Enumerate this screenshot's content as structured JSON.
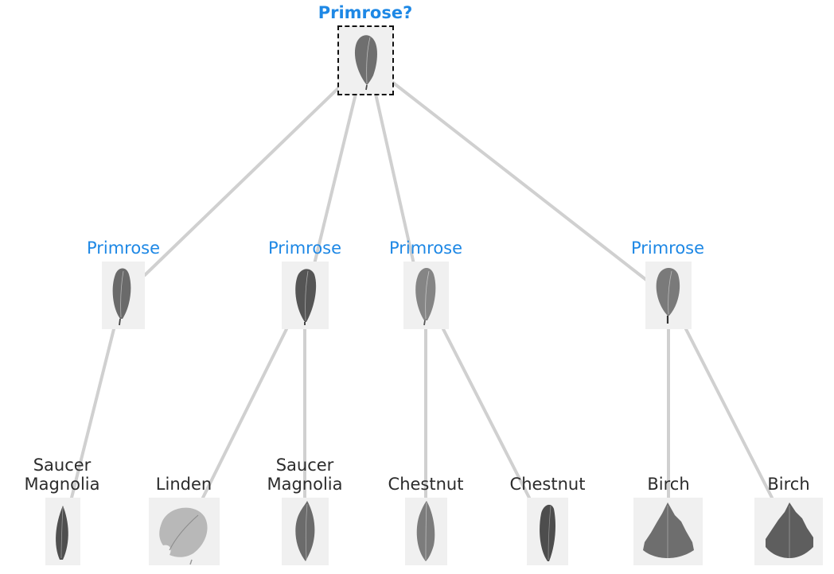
{
  "root": {
    "label": "Primrose?",
    "icon": "primrose-leaf-icon"
  },
  "level1": [
    {
      "label": "Primrose",
      "icon": "primrose-leaf-icon"
    },
    {
      "label": "Primrose",
      "icon": "primrose-leaf-icon"
    },
    {
      "label": "Primrose",
      "icon": "primrose-leaf-icon"
    },
    {
      "label": "Primrose",
      "icon": "primrose-leaf-icon"
    }
  ],
  "level2": [
    {
      "label": "Saucer\nMagnolia",
      "icon": "saucer-magnolia-leaf-icon"
    },
    {
      "label": "Linden",
      "icon": "linden-leaf-icon"
    },
    {
      "label": "Saucer\nMagnolia",
      "icon": "saucer-magnolia-leaf-icon"
    },
    {
      "label": "Chestnut",
      "icon": "chestnut-leaf-icon"
    },
    {
      "label": "Chestnut",
      "icon": "chestnut-leaf-icon"
    },
    {
      "label": "Birch",
      "icon": "birch-leaf-icon"
    },
    {
      "label": "Birch",
      "icon": "birch-leaf-icon"
    }
  ],
  "colors": {
    "predicted": "#1e88e5",
    "label": "#2b2b2b",
    "edge": "#d0d0d0",
    "tile": "#f0f0f0"
  }
}
